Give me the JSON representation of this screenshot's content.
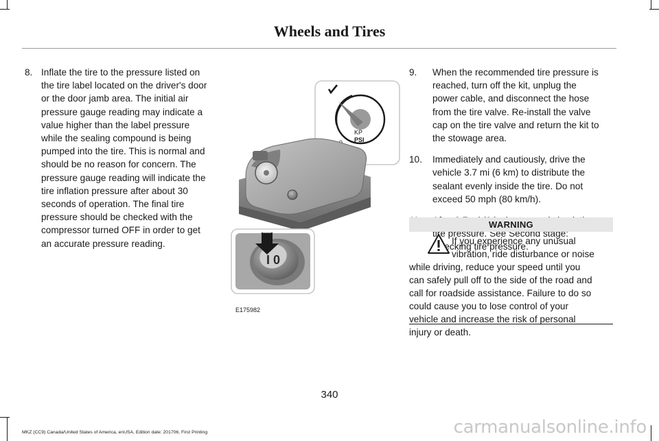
{
  "header": {
    "title": "Wheels and Tires"
  },
  "left_steps": [
    {
      "num": "8.",
      "lines": [
        "Inflate the tire to the pressure listed on",
        "the tire label located on the driver's door",
        "or the door jamb area. The initial air",
        "pressure gauge reading may indicate a",
        "value higher than the label pressure",
        "while the sealing compound is being",
        "pumped into the tire. This is normal and",
        "should be no reason for concern. The",
        "pressure gauge reading will indicate the",
        "tire inflation pressure after about 30",
        "seconds of operation. The final tire",
        "pressure should be checked with the",
        "compressor turned OFF in order to get",
        "an accurate pressure reading."
      ]
    }
  ],
  "right_steps": [
    {
      "num": "9.",
      "lines": [
        "When the recommended tire pressure is",
        "reached, turn off the kit, unplug the",
        "power cable, and disconnect the hose",
        "from the tire valve. Re-install the valve",
        "cap on the tire valve and return the kit to",
        "the stowage area."
      ]
    },
    {
      "num": "10.",
      "lines": [
        "Immediately and cautiously, drive the",
        "vehicle 3.7 mi (6 km) to distribute the",
        "sealant evenly inside the tire. Do not",
        "exceed 50 mph (80 km/h)."
      ]
    },
    {
      "num": "11.",
      "lines": [
        "After 3.7 mi (6 km), stop and check the",
        "tire pressure. See Second stage:",
        "Checking tire pressure."
      ]
    }
  ],
  "warning": {
    "heading": "WARNING",
    "lines": [
      "If you experience any unusual",
      "vibration, ride disturbance or noise",
      "while driving, reduce your speed until you",
      "can safely pull off to the side of the road and",
      "call for roadside assistance. Failure to do so",
      "could cause you to lose control of your",
      "vehicle and increase the risk of personal",
      "injury or death."
    ]
  },
  "figure": {
    "code": "E175982",
    "gauge_zero": "0",
    "gauge_unit_top": "KP",
    "gauge_unit_bottom": "PSI",
    "switch_label": "I  0"
  },
  "footer": {
    "page_number": "340",
    "edition": "MKZ (CC9) Canada/United States of America, enUSA, Edition date: 201706, First Printing"
  },
  "watermark": "carmanualsonline.info",
  "colors": {
    "text": "#1a1a1a",
    "warning_bar": "#e6e6e6",
    "rule": "#9a9a9a"
  }
}
